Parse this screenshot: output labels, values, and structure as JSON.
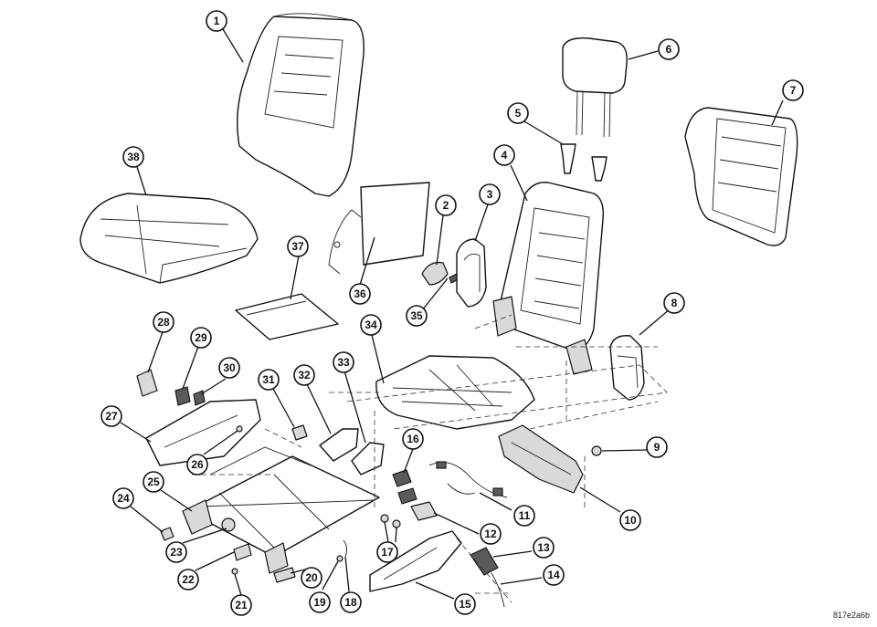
{
  "figure_code": "817e2a6b",
  "callouts": [
    "1",
    "2",
    "3",
    "4",
    "5",
    "6",
    "7",
    "8",
    "9",
    "10",
    "11",
    "12",
    "13",
    "14",
    "15",
    "16",
    "17",
    "18",
    "19",
    "20",
    "21",
    "22",
    "23",
    "24",
    "25",
    "26",
    "27",
    "28",
    "29",
    "30",
    "31",
    "32",
    "33",
    "34",
    "35",
    "36",
    "37",
    "38"
  ]
}
